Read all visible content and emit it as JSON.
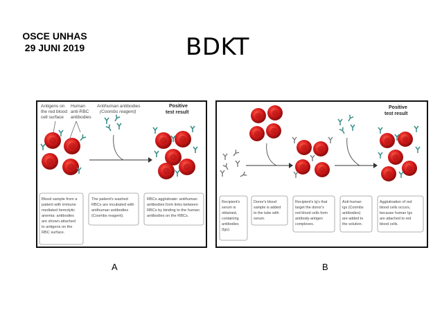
{
  "header": {
    "line1": "OSCE UNHAS",
    "line2": "29 JUNI 2019"
  },
  "title": "BDKT",
  "panel_a": {
    "caption": "A",
    "label_antigens": [
      "Antigens on",
      "the red blood",
      "cell surface"
    ],
    "label_human": [
      "Human",
      "anti-RBC",
      "antibodies"
    ],
    "label_antihuman": [
      "Antihuman antibodies",
      "(Coombs reagent)"
    ],
    "label_positive": [
      "Positive",
      "test result"
    ],
    "box1": [
      "Blood sample from a",
      "patient with immune",
      "mediated hemolytic",
      "anemia: antibodies",
      "are shown attached",
      "to antigens on the",
      "RBC surface."
    ],
    "box2": [
      "The patient's washed",
      "RBCs are incubated with",
      "antihuman antibodies",
      "(Coombs reagent)."
    ],
    "box3": [
      "RBCs agglutinate: antihuman",
      "antibodies form links between",
      "RBCs by binding to the human",
      "antibodies on the RBCs."
    ]
  },
  "panel_b": {
    "caption": "B",
    "label_positive": [
      "Positive",
      "test result"
    ],
    "box1": [
      "Recipient's",
      "serum is",
      "obtained,",
      "containing",
      "antibodies",
      "(Igs)."
    ],
    "box2": [
      "Donor's blood",
      "sample is added",
      "to the tube with",
      "serum."
    ],
    "box3": [
      "Recipient's Ig's that",
      "target the donor's",
      "red blood cells form",
      "antibody-antigen",
      "complexes."
    ],
    "box4": [
      "Anti-human",
      "Igs (Coombs",
      "antibodies)",
      "are added to",
      "the solution."
    ],
    "box5": [
      "Agglutination of red",
      "blood cells occurs,",
      "because human Igs",
      "are attached to red",
      "blood cells."
    ]
  },
  "colors": {
    "rbc": "#d41a1a",
    "rbc_dark": "#8a0c0c",
    "antibody": "#3a8f8a",
    "box_border": "#999999"
  }
}
